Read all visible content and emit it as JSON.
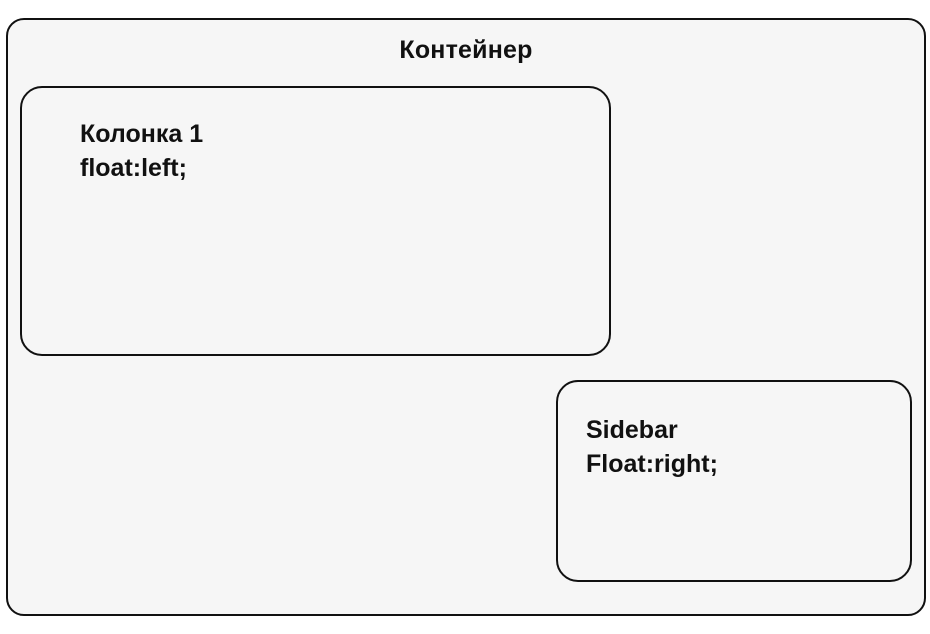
{
  "container": {
    "title": "Контейнер"
  },
  "column": {
    "title": "Колонка 1",
    "css": "float:left;"
  },
  "sidebar": {
    "title": "Sidebar",
    "css": "Float:right;"
  }
}
